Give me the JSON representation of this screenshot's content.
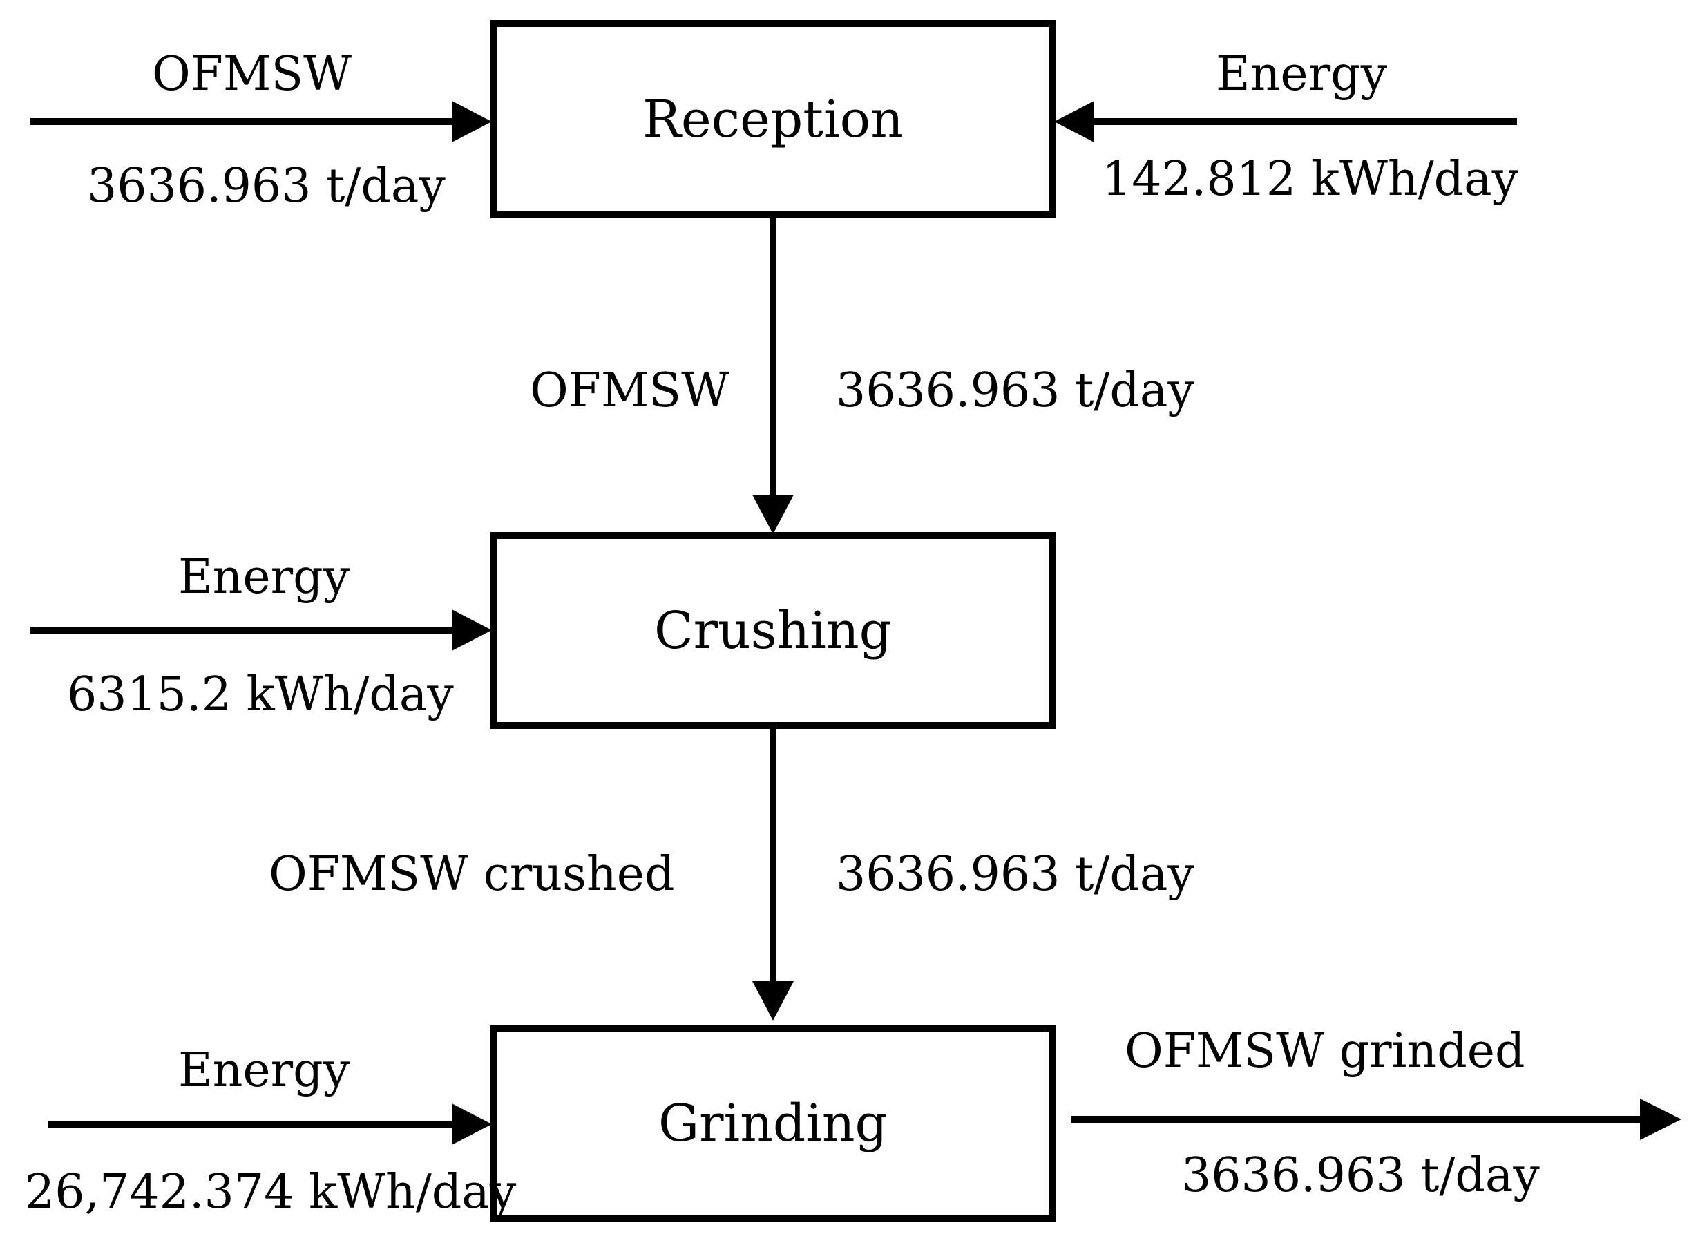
{
  "diagram": {
    "type": "process-flow",
    "boxes": {
      "reception": "Reception",
      "crushing": "Crushing",
      "grinding": "Grinding"
    },
    "flows": {
      "reception_input": {
        "name": "OFMSW",
        "value": "3636.963 t/day"
      },
      "reception_energy": {
        "name": "Energy",
        "value": "142.812 kWh/day"
      },
      "reception_to_crushing": {
        "name": "OFMSW",
        "value": "3636.963 t/day"
      },
      "crushing_energy": {
        "name": "Energy",
        "value": "6315.2 kWh/day"
      },
      "crushing_to_grinding": {
        "name": "OFMSW crushed",
        "value": "3636.963 t/day"
      },
      "grinding_energy": {
        "name": "Energy",
        "value": "26,742.374 kWh/day"
      },
      "grinding_output": {
        "name": "OFMSW grinded",
        "value": "3636.963 t/day"
      }
    },
    "colors": {
      "line": "#000000",
      "background": "#ffffff"
    }
  }
}
